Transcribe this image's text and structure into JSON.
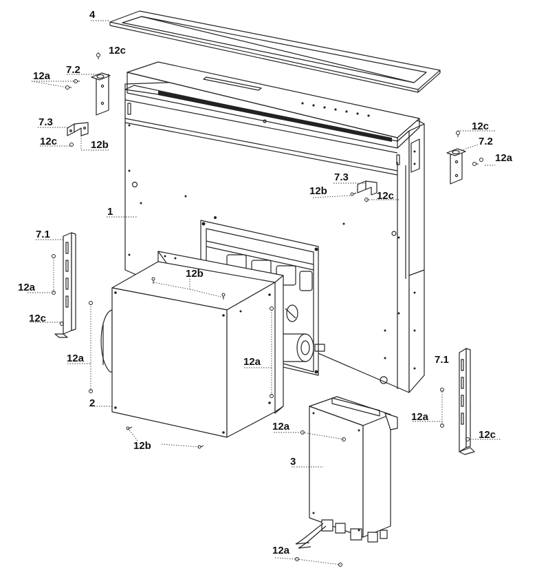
{
  "diagram": {
    "type": "exploded-assembly-drawing",
    "callouts": {
      "c4": "4",
      "c12c_top": "12c",
      "c12a_tl": "12a",
      "c72_l": "7.2",
      "c73_l": "7.3",
      "c12c_l": "12c",
      "c12b_l": "12b",
      "c12c_r": "12c",
      "c72_r": "7.2",
      "c12a_r": "12a",
      "c73_m": "7.3",
      "c12b_m": "12b",
      "c12c_m": "12c",
      "c1": "1",
      "c71_l": "7.1",
      "c12b_box": "12b",
      "c12a_l": "12a",
      "c12c_bl": "12c",
      "c12a_box_l": "12a",
      "c12a_box_r": "12a",
      "c2": "2",
      "c71_r": "7.1",
      "c12a_rr": "12a",
      "c12c_rr": "12c",
      "c12a_ctrl": "12a",
      "c3": "3",
      "c12b_bot": "12b",
      "c12a_bot": "12a"
    }
  }
}
